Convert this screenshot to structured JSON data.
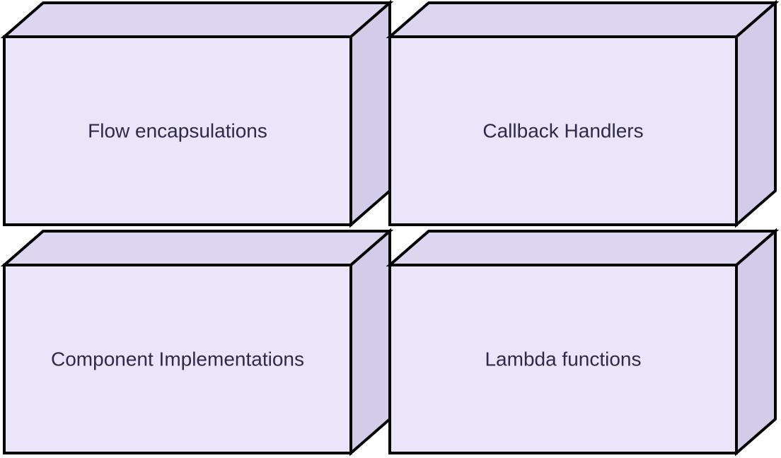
{
  "diagram": {
    "type": "block-diagram",
    "background": "#ffffff",
    "node_shape": "3d-box",
    "stroke_color": "#000000",
    "text_color": "#2e2a47",
    "colors": {
      "front_face": "#eae5f8",
      "top_face": "#dcd6f0",
      "side_face": "#d3cce8"
    },
    "nodes": [
      {
        "id": "flow-encapsulations",
        "label": "Flow encapsulations"
      },
      {
        "id": "callback-handlers",
        "label": "Callback Handlers"
      },
      {
        "id": "component-implementations",
        "label": "Component Implementations"
      },
      {
        "id": "lambda-functions",
        "label": "Lambda functions"
      }
    ]
  }
}
